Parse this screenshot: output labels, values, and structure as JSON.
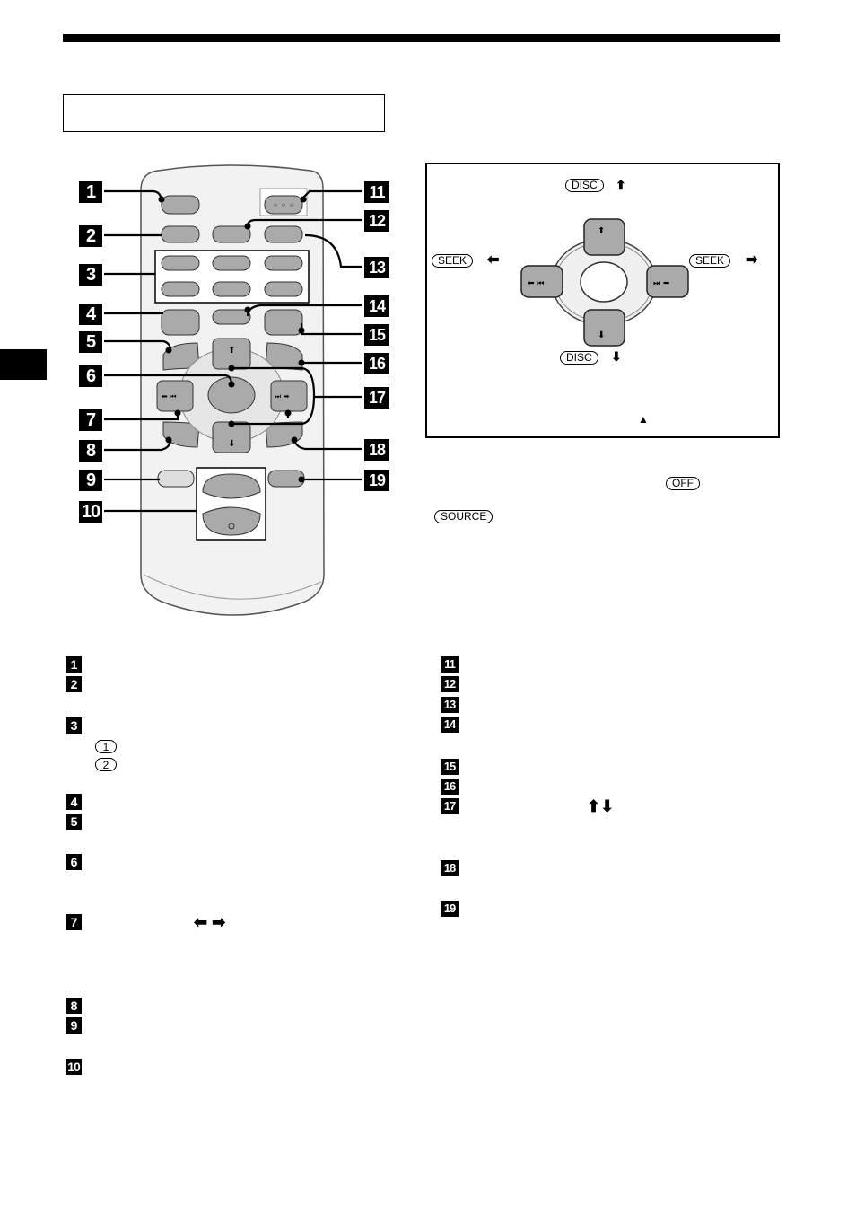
{
  "page": {
    "title_box_text": ""
  },
  "remote_callouts": {
    "left": [
      "1",
      "2",
      "3",
      "4",
      "5",
      "6",
      "7",
      "8",
      "9",
      "10"
    ],
    "right": [
      "11",
      "12",
      "13",
      "14",
      "15",
      "16",
      "17",
      "18",
      "19"
    ]
  },
  "inset": {
    "disc_label_top": "DISC",
    "disc_label_bottom": "DISC",
    "seek_label_left": "SEEK",
    "seek_label_right": "SEEK",
    "up_arrow": "⬆",
    "down_arrow": "⬇",
    "left_arrow": "⬅",
    "right_arrow": "➡",
    "eject_mark": "▲"
  },
  "notes": {
    "off_label": "OFF",
    "source_label": "SOURCE"
  },
  "legend_left": [
    {
      "num": "1"
    },
    {
      "num": "2"
    },
    {
      "num": "3",
      "sub": [
        "1",
        "2"
      ]
    },
    {
      "num": "4"
    },
    {
      "num": "5"
    },
    {
      "num": "6"
    },
    {
      "num": "7",
      "arrows": "⬅ ➡"
    },
    {
      "num": "8"
    },
    {
      "num": "9"
    },
    {
      "num": "10"
    }
  ],
  "legend_right": [
    {
      "num": "11"
    },
    {
      "num": "12"
    },
    {
      "num": "13"
    },
    {
      "num": "14"
    },
    {
      "num": "15"
    },
    {
      "num": "16"
    },
    {
      "num": "17",
      "arrows": "⬆⬇"
    },
    {
      "num": "18"
    },
    {
      "num": "19"
    }
  ]
}
